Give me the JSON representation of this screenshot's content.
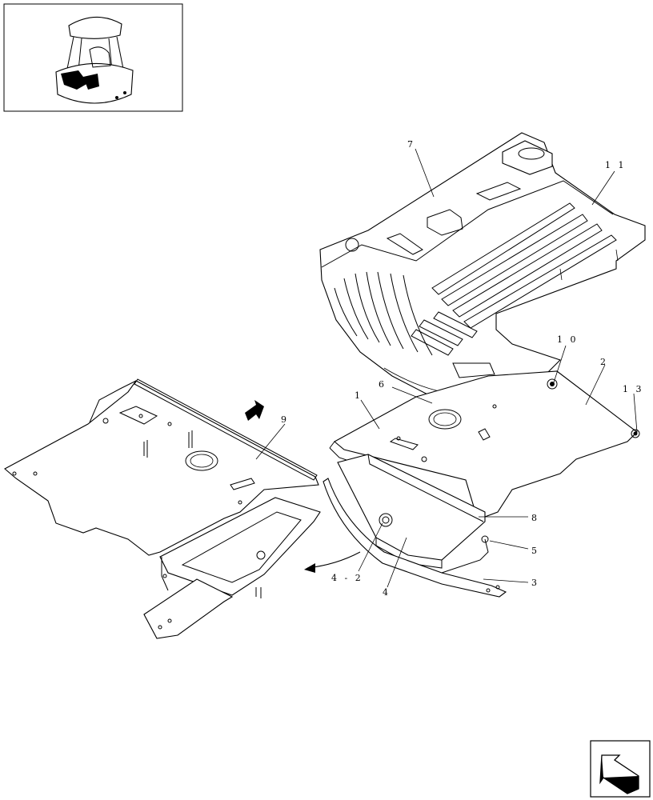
{
  "diagram": {
    "callouts": [
      {
        "id": "c1",
        "text": "1"
      },
      {
        "id": "c2",
        "text": "2"
      },
      {
        "id": "c3",
        "text": "3"
      },
      {
        "id": "c4",
        "text": "4"
      },
      {
        "id": "c4-2",
        "text": "4 - 2"
      },
      {
        "id": "c5",
        "text": "5"
      },
      {
        "id": "c6",
        "text": "6"
      },
      {
        "id": "c7",
        "text": "7"
      },
      {
        "id": "c8",
        "text": "8"
      },
      {
        "id": "c9",
        "text": "9"
      },
      {
        "id": "c10",
        "text": "1 0"
      },
      {
        "id": "c11",
        "text": "1 1"
      },
      {
        "id": "c13",
        "text": "1 3"
      }
    ],
    "icons": {
      "thumbnail": "machine-location-thumbnail",
      "nav": "next-page-arrow-icon"
    }
  }
}
